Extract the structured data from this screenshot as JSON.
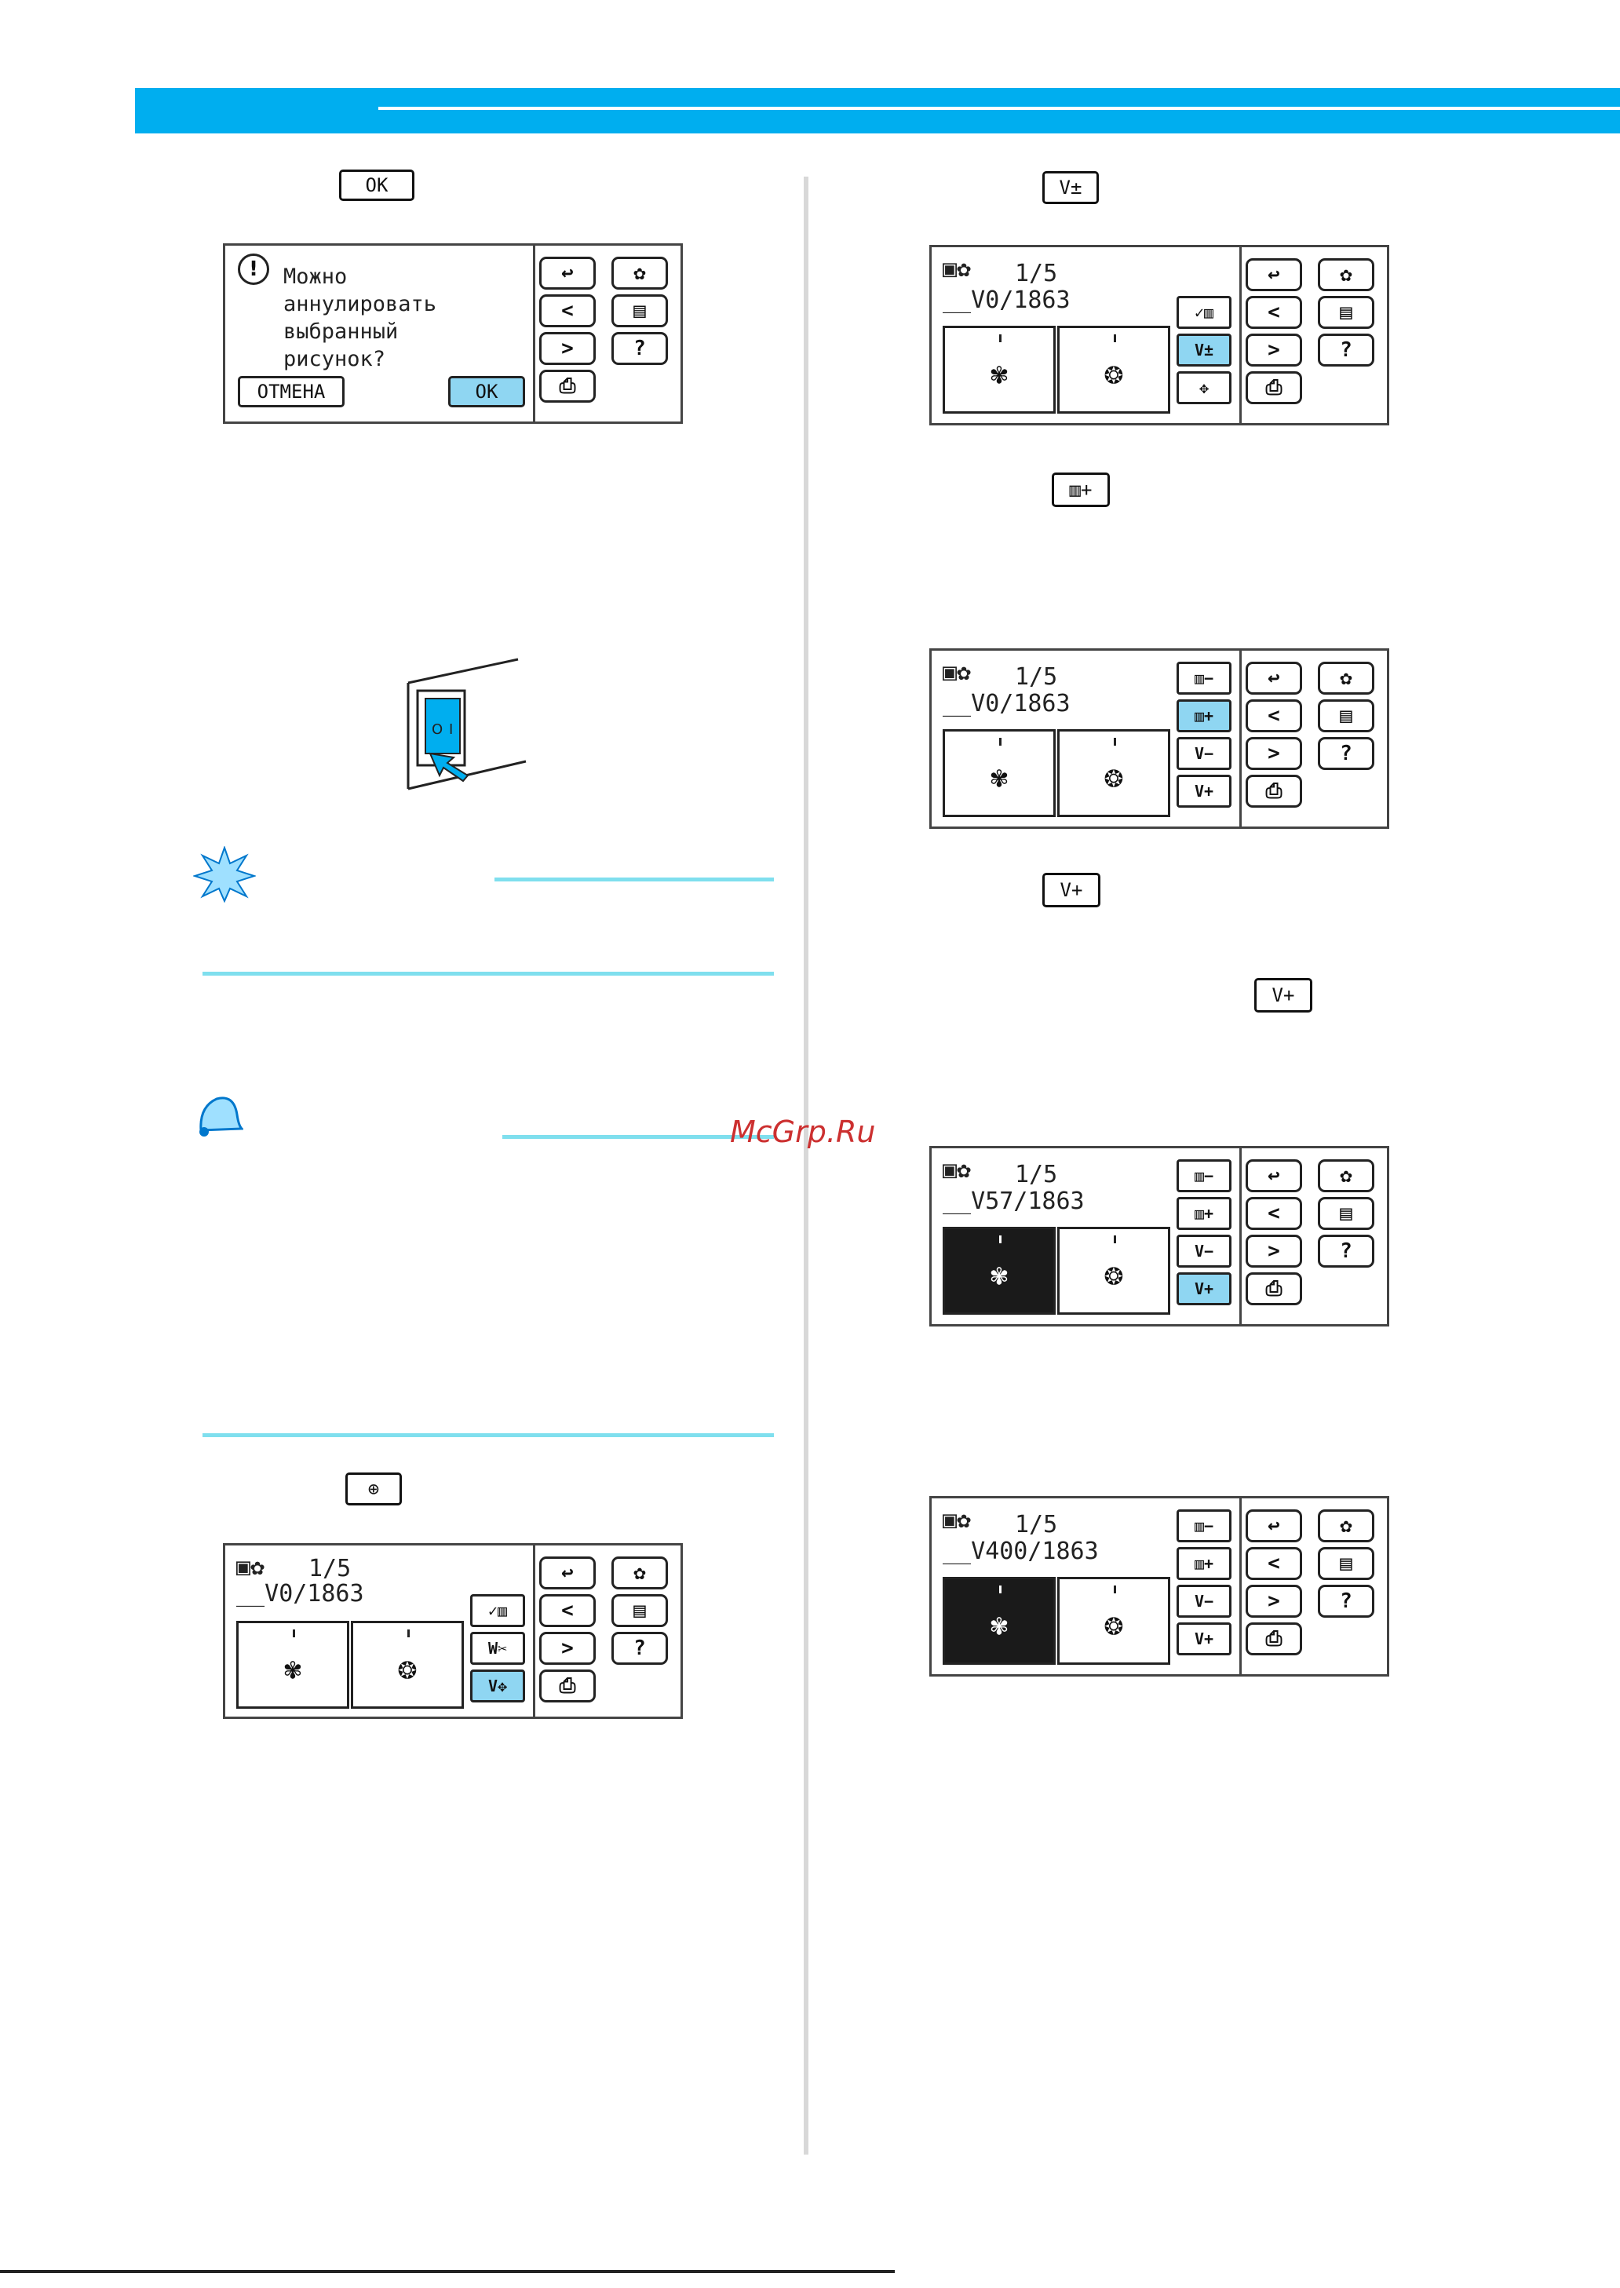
{
  "header": {
    "band_color": "#00aeef"
  },
  "inline_icons": {
    "ok": "OK",
    "needle_thread_jump": "needle-jump-icon",
    "frame_plus": "frame-plus-icon",
    "needle_plus": "needle-plus-icon",
    "needle_move": "needle-move-icon"
  },
  "dialog": {
    "message_lines": [
      "Можно",
      "аннулировать",
      "выбранный",
      "рисунок?"
    ],
    "cancel_label": "ОТМЕНА",
    "ok_label": "OK"
  },
  "screens": {
    "s1": {
      "count": "1/5",
      "stitch": "0/1863"
    },
    "s2": {
      "count": "1/5",
      "stitch": "0/1863"
    },
    "s3": {
      "count": "1/5",
      "stitch": "0/1863"
    },
    "s4": {
      "count": "1/5",
      "stitch": "57/1863"
    },
    "s5": {
      "count": "1/5",
      "stitch": "400/1863"
    }
  },
  "watermark": "McGrp.Ru"
}
